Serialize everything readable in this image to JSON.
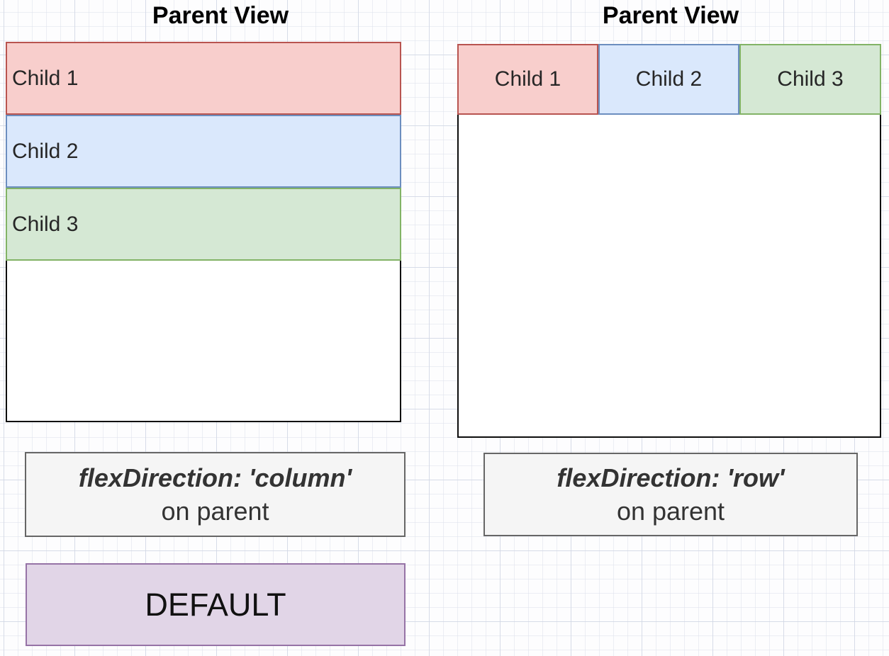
{
  "left_panel": {
    "title": "Parent View",
    "children": [
      {
        "label": "Child 1"
      },
      {
        "label": "Child 2"
      },
      {
        "label": "Child 3"
      }
    ],
    "caption_line1": "flexDirection: 'column'",
    "caption_line2": "on parent"
  },
  "right_panel": {
    "title": "Parent View",
    "children": [
      {
        "label": "Child 1"
      },
      {
        "label": "Child 2"
      },
      {
        "label": "Child 3"
      }
    ],
    "caption_line1": "flexDirection: 'row'",
    "caption_line2": "on parent"
  },
  "default_badge": {
    "label": "DEFAULT"
  },
  "colors": {
    "child1_fill": "#F8CECC",
    "child1_stroke": "#B85450",
    "child2_fill": "#DAE8FC",
    "child2_stroke": "#6C8EBF",
    "child3_fill": "#D5E8D4",
    "child3_stroke": "#82B366",
    "parent_fill": "#FFFFFF",
    "parent_stroke": "#000000",
    "caption_fill": "#F5F5F5",
    "caption_stroke": "#666666",
    "default_fill": "#E1D5E7",
    "default_stroke": "#9673A6",
    "grid_line": "#DEE2EC"
  }
}
